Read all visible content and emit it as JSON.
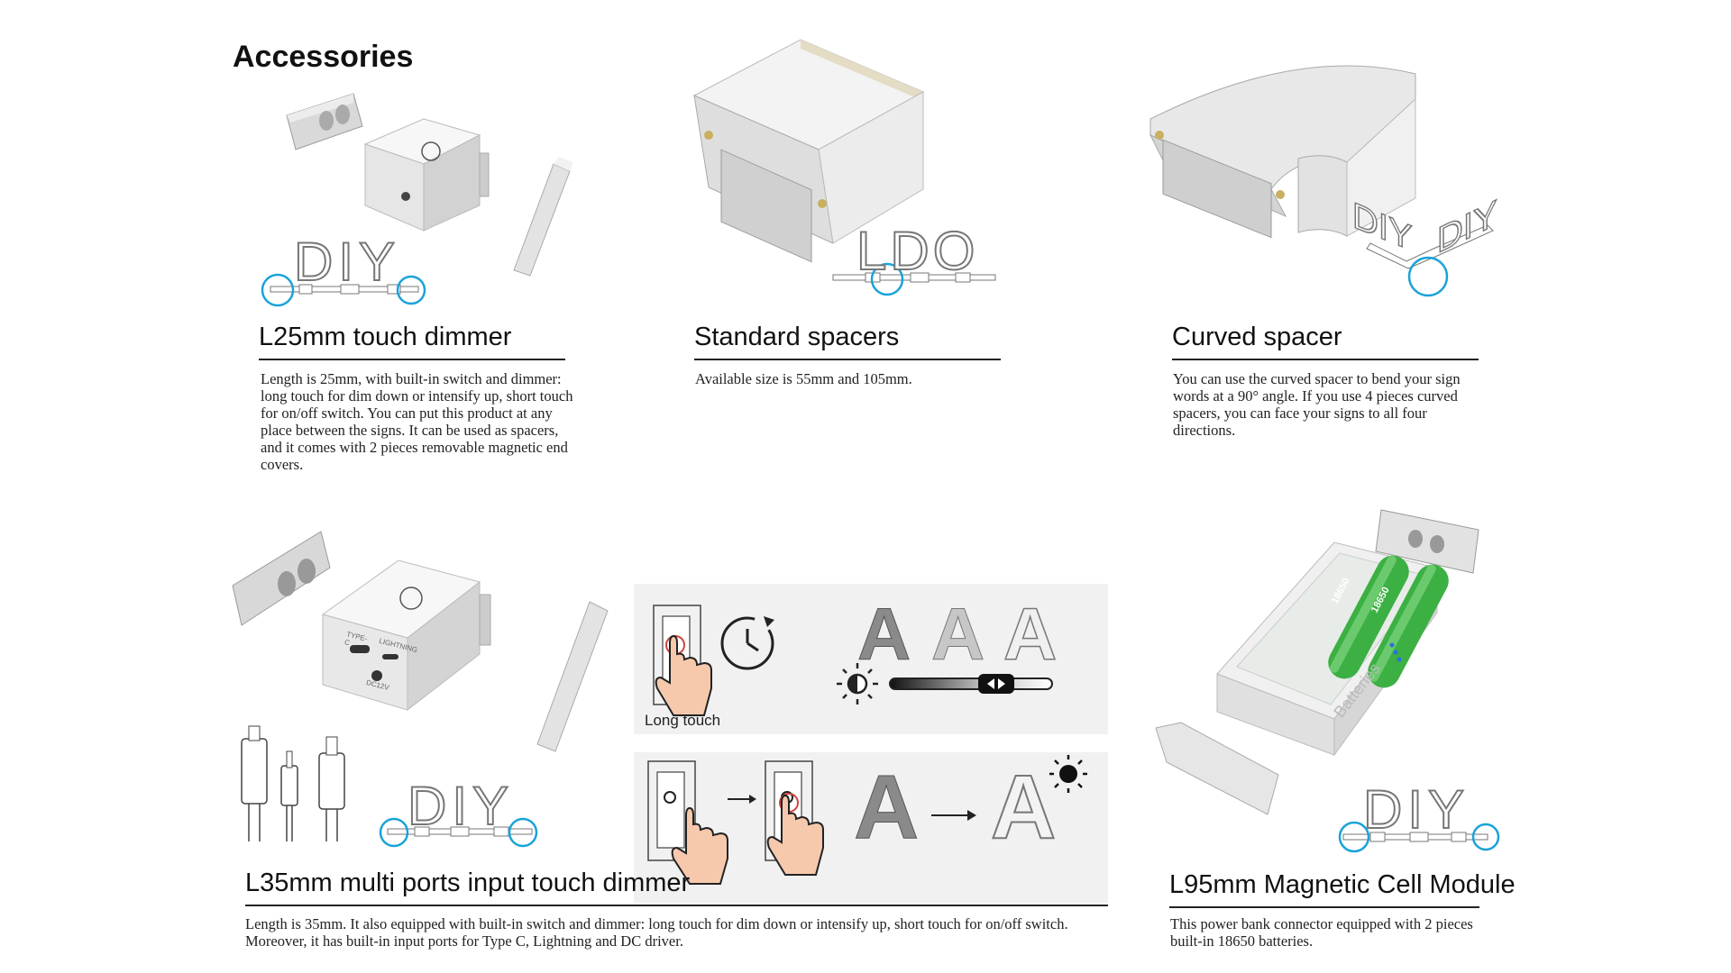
{
  "page_title": "Accessories",
  "sections": {
    "touch_dimmer_25": {
      "title": "L25mm touch dimmer",
      "description": "Length is 25mm, with built-in switch and dimmer: long touch for dim down or intensify up, short touch for on/off switch. You can put this product at any place between the signs. It can be used as spacers, and it comes with 2 pieces removable magnetic end covers.",
      "diagram_letters": "DIY"
    },
    "standard_spacers": {
      "title": "Standard spacers",
      "description": "Available size is 55mm and 105mm.",
      "diagram_letters": "LDO"
    },
    "curved_spacer": {
      "title": "Curved spacer",
      "description": "You can use the curved spacer to bend your sign words at a 90° angle. If you use 4 pieces curved spacers, you can face your signs to all four directions.",
      "diagram_letters": "DIY"
    },
    "multi_port_dimmer_35": {
      "title": "L35mm multi ports input touch dimmer",
      "description": "Length is 35mm. It also equipped with built-in switch and dimmer: long touch for dim down or intensify up, short touch for on/off switch. Moreover, it has built-in input ports for Type C, Lightning and DC driver.",
      "diagram_letters": "DIY",
      "port_labels": [
        "TYPE-C",
        "LIGHTNING",
        "DC12V"
      ],
      "long_touch_caption": "Long touch",
      "demo_letter": "A"
    },
    "cell_module_95": {
      "title": "L95mm Magnetic Cell Module",
      "description": "This power bank connector equipped with 2 pieces built-in 18650 batteries.",
      "diagram_letters": "DIY",
      "battery_label": "18650",
      "case_label": "Batteries"
    }
  },
  "colors": {
    "highlight_ring": "#1aa3d9",
    "battery_green": "#3cb043",
    "panel_bg": "#f1f1f1",
    "product_white": "#f4f4f4"
  },
  "icons": [
    "touch-hand-icon",
    "clock-rotation-icon",
    "brightness-sun-icon",
    "arrow-right-icon"
  ]
}
